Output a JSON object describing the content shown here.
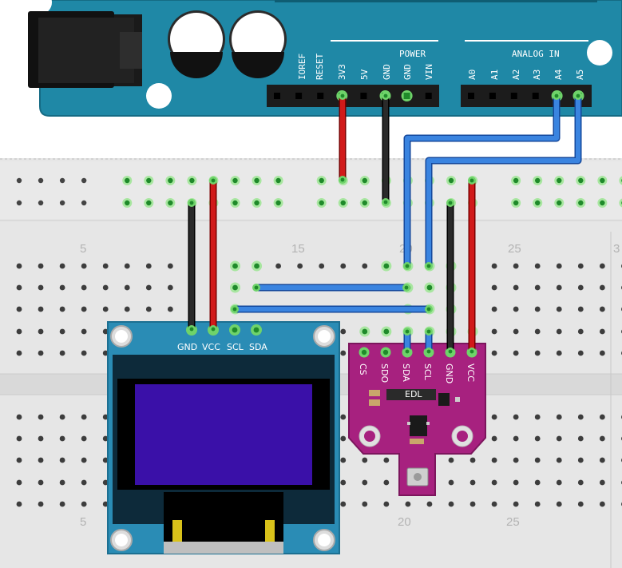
{
  "arduino": {
    "power_header": "POWER",
    "analog_header": "ANALOG IN",
    "power_pins": [
      "IOREF",
      "RESET",
      "3V3",
      "5V",
      "GND",
      "GND",
      "VIN"
    ],
    "analog_pins": [
      "A0",
      "A1",
      "A2",
      "A3",
      "A4",
      "A5"
    ],
    "board_color": "#1f88a6"
  },
  "breadboard": {
    "column_numbers_top": [
      "5",
      "15",
      "20",
      "25",
      "3"
    ],
    "column_numbers_bottom": [
      "5",
      "20",
      "25"
    ]
  },
  "oled": {
    "pins": [
      "GND",
      "VCC",
      "SCL",
      "SDA"
    ],
    "screen_color": "#3a10a8"
  },
  "sensor": {
    "pins": [
      "CS",
      "SDO",
      "SDA",
      "SCL",
      "GND",
      "VCC"
    ],
    "board_color": "#a7217f",
    "chip_label": "EDL"
  },
  "wire_colors": {
    "power": "#d11a1a",
    "ground": "#1a1a1a",
    "signal": "#2c6fd6"
  }
}
